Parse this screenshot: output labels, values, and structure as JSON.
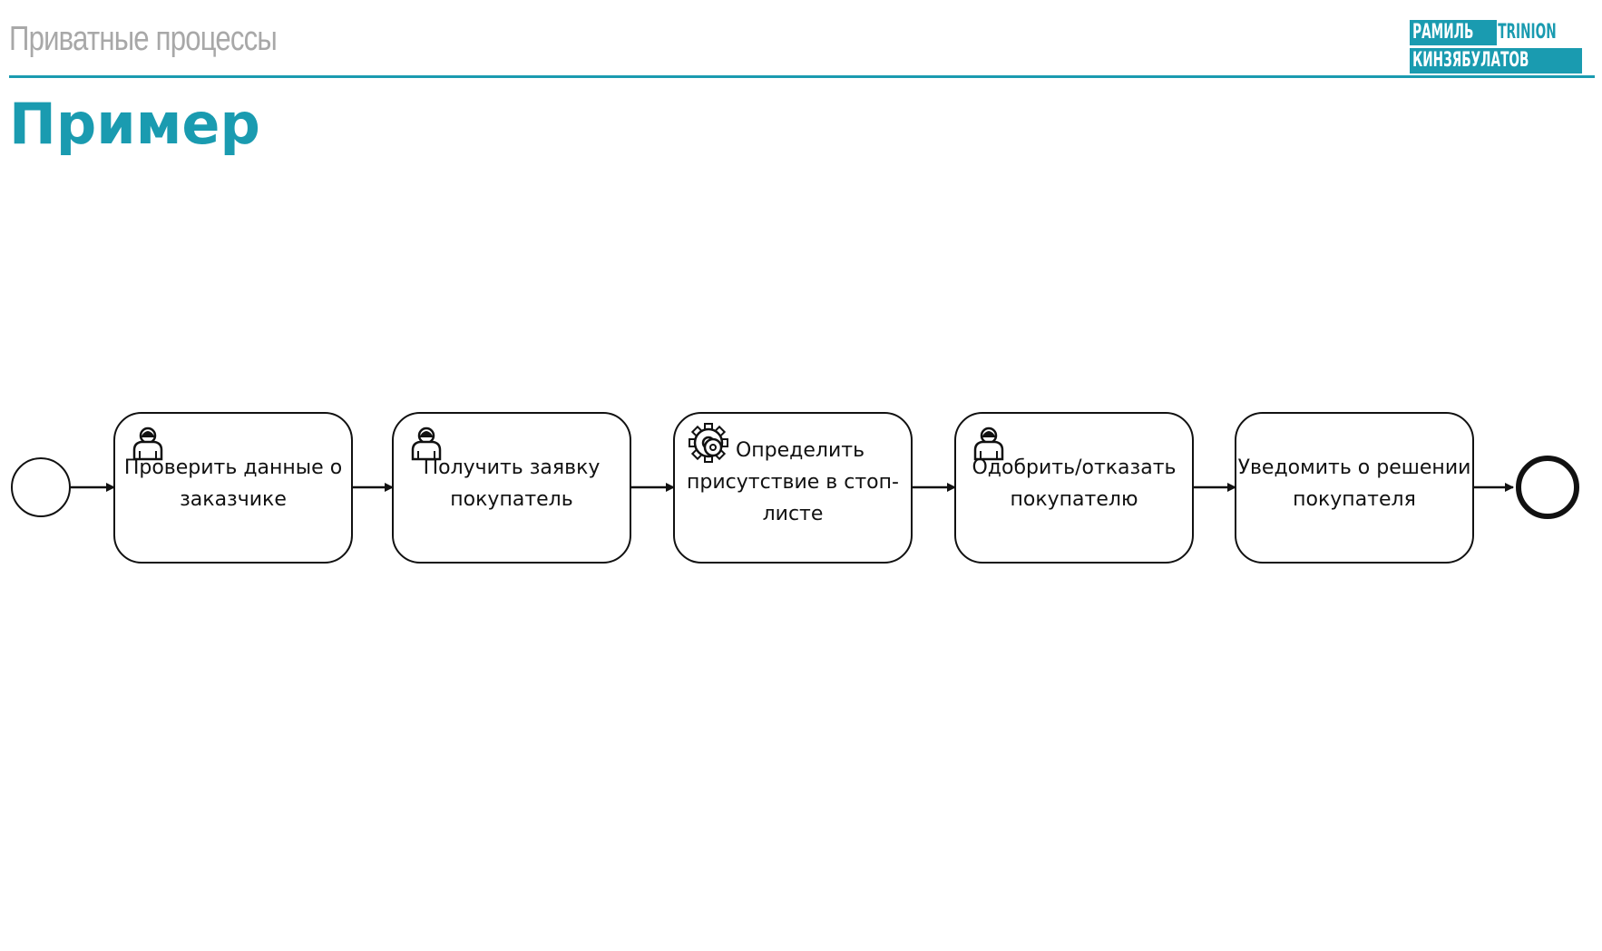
{
  "header": {
    "section_title": "Приватные процессы",
    "page_title": "Пример"
  },
  "logo": {
    "line1": "РАМИЛЬ",
    "line1_brand": "TRINION",
    "line2": "КИНЗЯБУЛАТОВ"
  },
  "colors": {
    "accent": "#1a9bb0",
    "header_text": "#a8a8a8",
    "stroke": "#111111"
  },
  "diagram": {
    "start_event": {
      "type": "start"
    },
    "end_event": {
      "type": "end"
    },
    "tasks": [
      {
        "type": "user-task",
        "icon": "user-icon",
        "lines": [
          "Проверить данные о",
          "заказчике"
        ]
      },
      {
        "type": "user-task",
        "icon": "user-icon",
        "lines": [
          "Получить заявку",
          "покупатель"
        ]
      },
      {
        "type": "service-task",
        "icon": "gear-icon",
        "lines": [
          "Определить",
          "присутствие в стоп-",
          "листе"
        ]
      },
      {
        "type": "user-task",
        "icon": "user-icon",
        "lines": [
          "Одобрить/отказать",
          "покупателю"
        ]
      },
      {
        "type": "task",
        "icon": "",
        "lines": [
          "Уведомить о решении",
          "покупателя"
        ]
      }
    ]
  }
}
